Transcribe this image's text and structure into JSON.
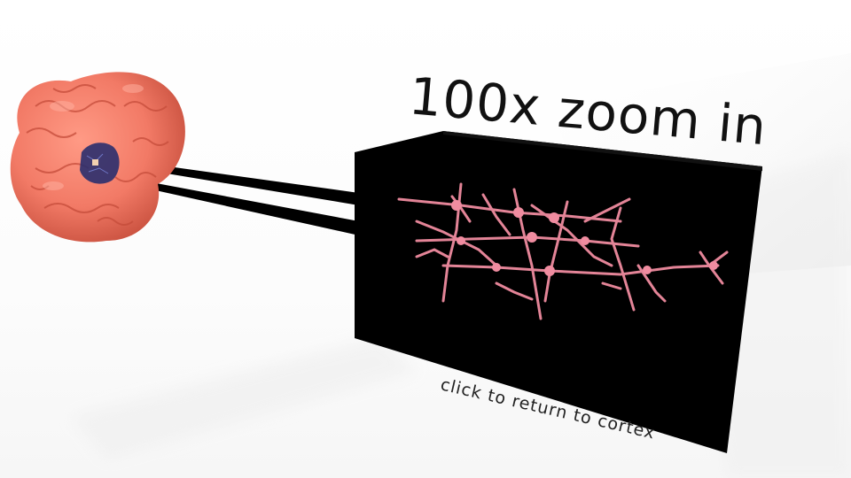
{
  "scene": {
    "title": "100x zoom in",
    "return_link": "click to return to cortex"
  },
  "colors": {
    "background": "#ffffff",
    "brain": "#f27a66",
    "brain_shadow": "#c9513f",
    "highlight_region": "#2a2f6e",
    "zoom_box": "#000000",
    "neuron": "#f08ca0"
  },
  "icons": {
    "brain": "brain-icon",
    "zoom_box": "neuron-volume"
  }
}
